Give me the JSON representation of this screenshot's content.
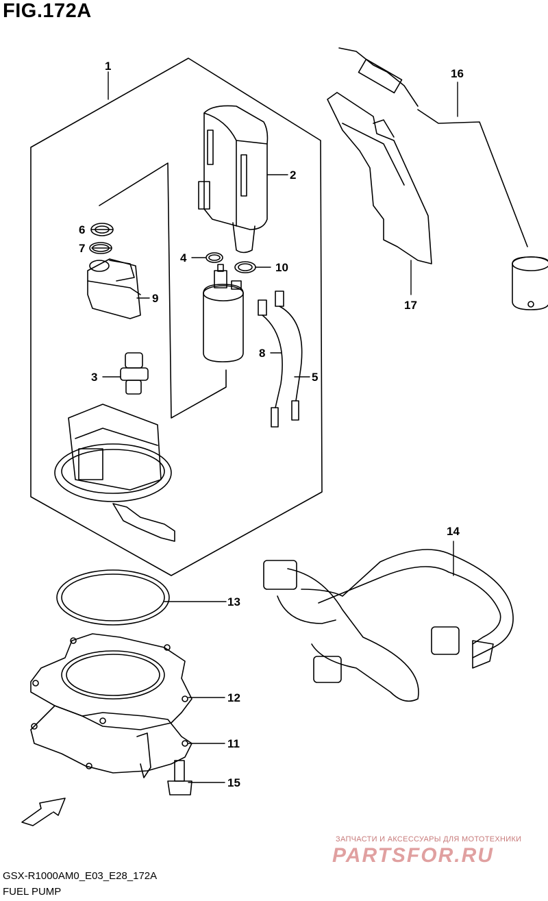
{
  "figure": {
    "title": "FIG.172A"
  },
  "parts": [
    {
      "num": "1"
    },
    {
      "num": "2"
    },
    {
      "num": "3"
    },
    {
      "num": "4"
    },
    {
      "num": "5"
    },
    {
      "num": "6"
    },
    {
      "num": "7"
    },
    {
      "num": "8"
    },
    {
      "num": "9"
    },
    {
      "num": "10"
    },
    {
      "num": "11"
    },
    {
      "num": "12"
    },
    {
      "num": "13"
    },
    {
      "num": "14"
    },
    {
      "num": "15"
    },
    {
      "num": "16"
    },
    {
      "num": "17"
    }
  ],
  "fwd_label": "FWD",
  "footer": {
    "model_code": "GSX-R1000AM0_E03_E28_172A",
    "section_name": "FUEL PUMP"
  },
  "watermark": {
    "tagline": "ЗАПЧАСТИ И АКСЕССУАРЫ ДЛЯ МОТОТЕХНИКИ",
    "site": "PARTSFOR.RU"
  },
  "colors": {
    "line": "#000000",
    "watermark": "#e0a0a0"
  }
}
